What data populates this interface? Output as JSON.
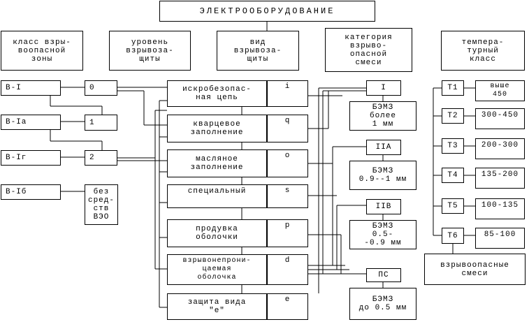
{
  "title": "ЭЛЕКТРООБОРУДОВАНИЕ",
  "headers": {
    "zone_class": "класс взры-\nвоопасной\nзоны",
    "protection_level": "уровень\nвзрывоза-\nщиты",
    "protection_type": "вид\nвзрывоза-\nщиты",
    "mixture_category": "категория\nвзрыво-\nопасной\nсмеси",
    "temp_class": "темпера-\nтурный\nкласс"
  },
  "zones": [
    "В-I",
    "В-Iа",
    "В-Iг",
    "В-Iб"
  ],
  "levels": [
    "0",
    "1",
    "2",
    "без\nсред-\nств\nВЭО"
  ],
  "protection_types": [
    {
      "name": "искробезопас-\nная цепь",
      "code": "i"
    },
    {
      "name": "кварцевое\nзаполнение",
      "code": "q"
    },
    {
      "name": "масляное\nзаполнение",
      "code": "o"
    },
    {
      "name": "специальный",
      "code": "s"
    },
    {
      "name": "продувка\nоболочки",
      "code": "p"
    },
    {
      "name": "взрывонепрони-\nцаемая\nоболочка",
      "code": "d"
    },
    {
      "name": "защита вида\n\"е\"",
      "code": "e"
    }
  ],
  "categories": [
    {
      "code": "I",
      "bem": "БЭМЗ\nболее\n1 мм"
    },
    {
      "code": "IIA",
      "bem": "БЭМЗ\n0.9--1 мм"
    },
    {
      "code": "IIB",
      "bem": "БЭМЗ\n0.5-\n-0.9 мм"
    },
    {
      "code": "ПС",
      "bem": "БЭМЗ\nдо 0.5 мм"
    }
  ],
  "temp_classes": [
    {
      "code": "Т1",
      "range": "выше\n450"
    },
    {
      "code": "Т2",
      "range": "300-450"
    },
    {
      "code": "Т3",
      "range": "200-300"
    },
    {
      "code": "Т4",
      "range": "135-200"
    },
    {
      "code": "Т5",
      "range": "100-135"
    },
    {
      "code": "Т6",
      "range": "85-100"
    }
  ],
  "footer": "взрывоопасные\nсмеси"
}
